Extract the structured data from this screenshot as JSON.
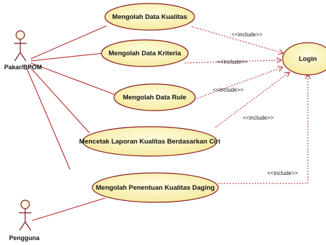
{
  "actors": {
    "pakar": {
      "label": "Pakar/BPOM"
    },
    "pengguna": {
      "label": "Pengguna"
    }
  },
  "use_cases": {
    "mengolah_data_kualitas": {
      "label": "Mengolah Data Kualitas"
    },
    "mengolah_data_kriteria": {
      "label": "Mengolah Data Kriteria"
    },
    "mengolah_data_rule": {
      "label": "Mengolah Data Rule"
    },
    "mencetak_laporan": {
      "label": "Mencetak Laporan Kualitas Berdasarkan Ciri"
    },
    "mengolah_penentuan": {
      "label": "Mengolah Penentuan Kualitas Daging"
    },
    "login": {
      "label": "Login"
    }
  },
  "relations": {
    "include_label": "<<include>>"
  },
  "colors": {
    "use_case_fill": "#fbf5b0",
    "use_case_stroke": "#8a1a1a",
    "association": "#b52828",
    "include": "#b52828",
    "actor_stroke": "#7a1a1a"
  }
}
